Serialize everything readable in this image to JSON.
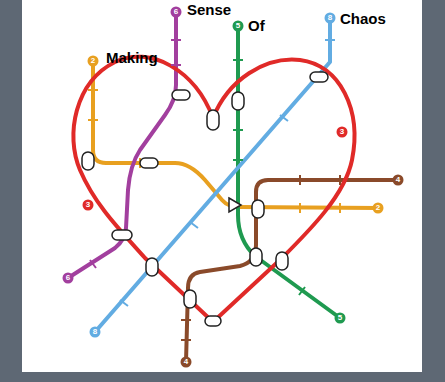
{
  "diagram": {
    "labels": [
      "Making",
      "Sense",
      "Of",
      "Chaos",
      "2",
      "6",
      "5",
      "8",
      "3",
      "3",
      "4",
      "4",
      "2",
      "6",
      "8",
      "5"
    ]
  }
}
